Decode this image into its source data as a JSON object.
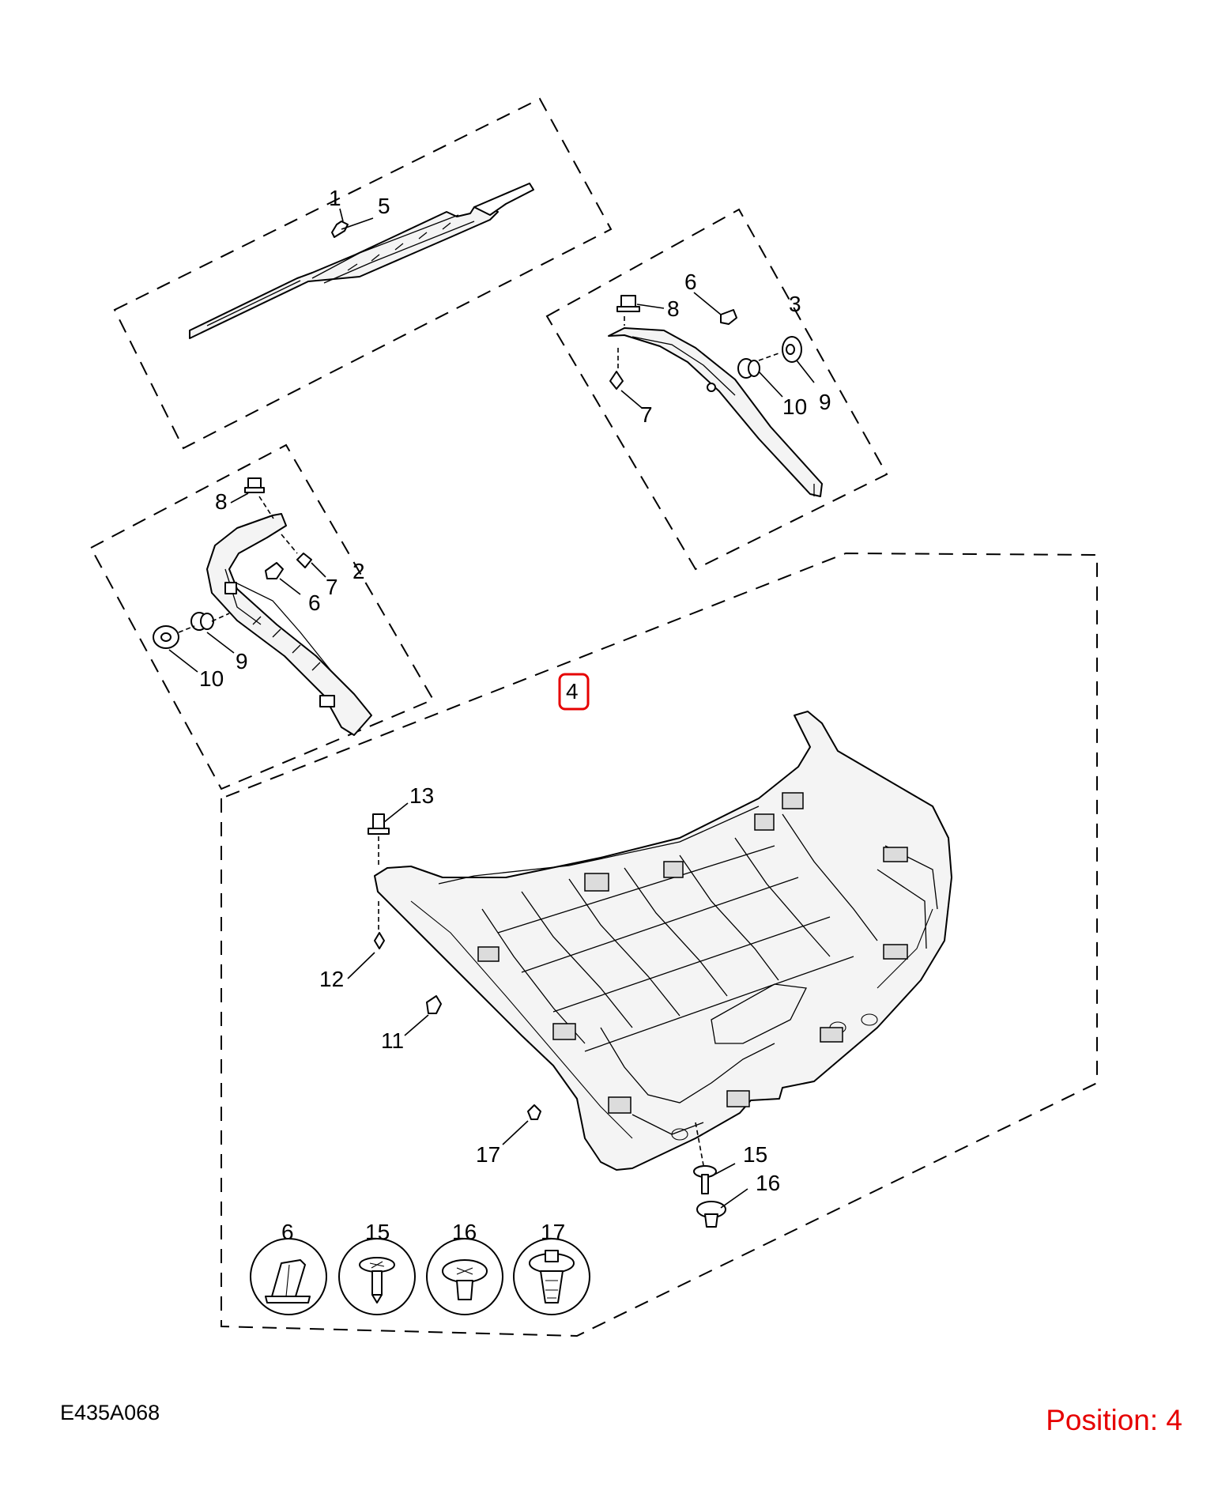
{
  "diagram_code": "E435A068",
  "position_label": "Position: 4",
  "highlight_color": "#e60000",
  "callouts": {
    "c1": "1",
    "c2": "2",
    "c3": "3",
    "c4": "4",
    "c5": "5",
    "c6a": "6",
    "c6b": "6",
    "c7a": "7",
    "c7b": "7",
    "c8a": "8",
    "c8b": "8",
    "c9a": "9",
    "c9b": "9",
    "c10a": "10",
    "c10b": "10",
    "c11": "11",
    "c12": "12",
    "c13": "13",
    "c15": "15",
    "c16": "16",
    "c17": "17"
  },
  "detail_insets": [
    {
      "label": "6",
      "icon": "trim-clip-icon"
    },
    {
      "label": "15",
      "icon": "screw-icon"
    },
    {
      "label": "16",
      "icon": "bolt-head-icon"
    },
    {
      "label": "17",
      "icon": "push-clip-icon"
    }
  ]
}
